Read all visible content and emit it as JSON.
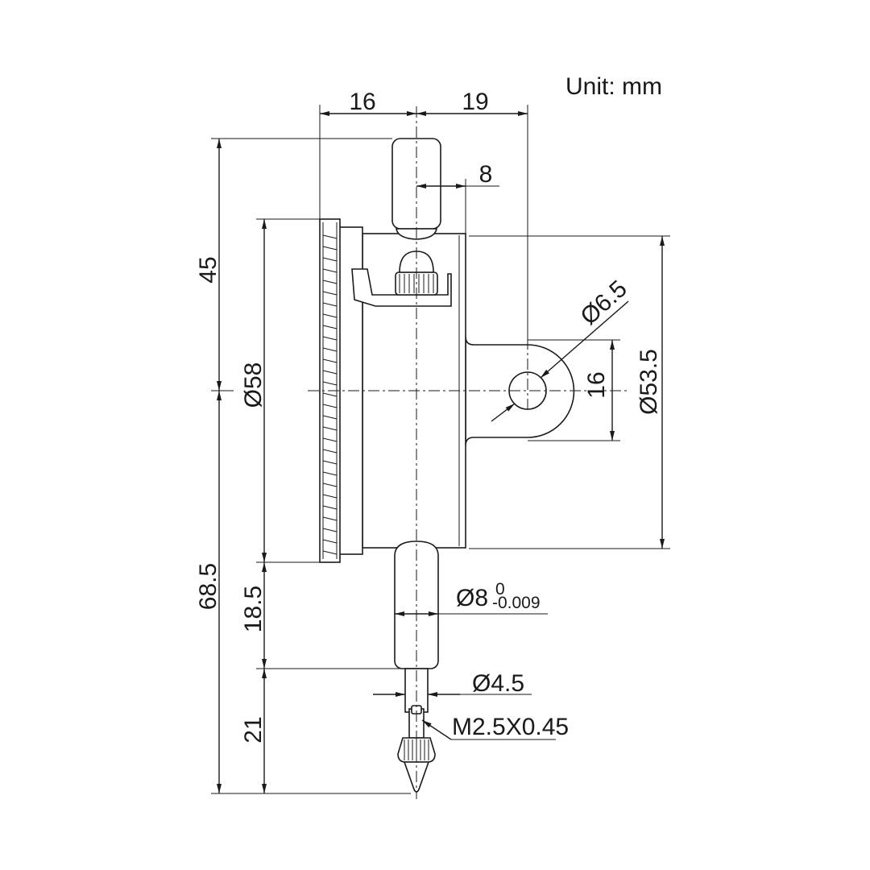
{
  "unit_label": "Unit: mm",
  "dimensions": {
    "dial_face_offset": "16",
    "lug_hole_offset": "19",
    "cap_half_width": "8",
    "top_height": "45",
    "bottom_height": "68.5",
    "bezel_diameter": "Ø58",
    "case_diameter": "Ø53.5",
    "lug_hole_diameter": "Ø6.5",
    "lug_width": "16",
    "stem_diameter": "Ø8",
    "stem_tol_upper": "0",
    "stem_tol_lower": "-0.009",
    "stem_length": "18.5",
    "spindle_diameter": "Ø4.5",
    "spindle_length": "21",
    "thread_spec": "M2.5X0.45"
  }
}
